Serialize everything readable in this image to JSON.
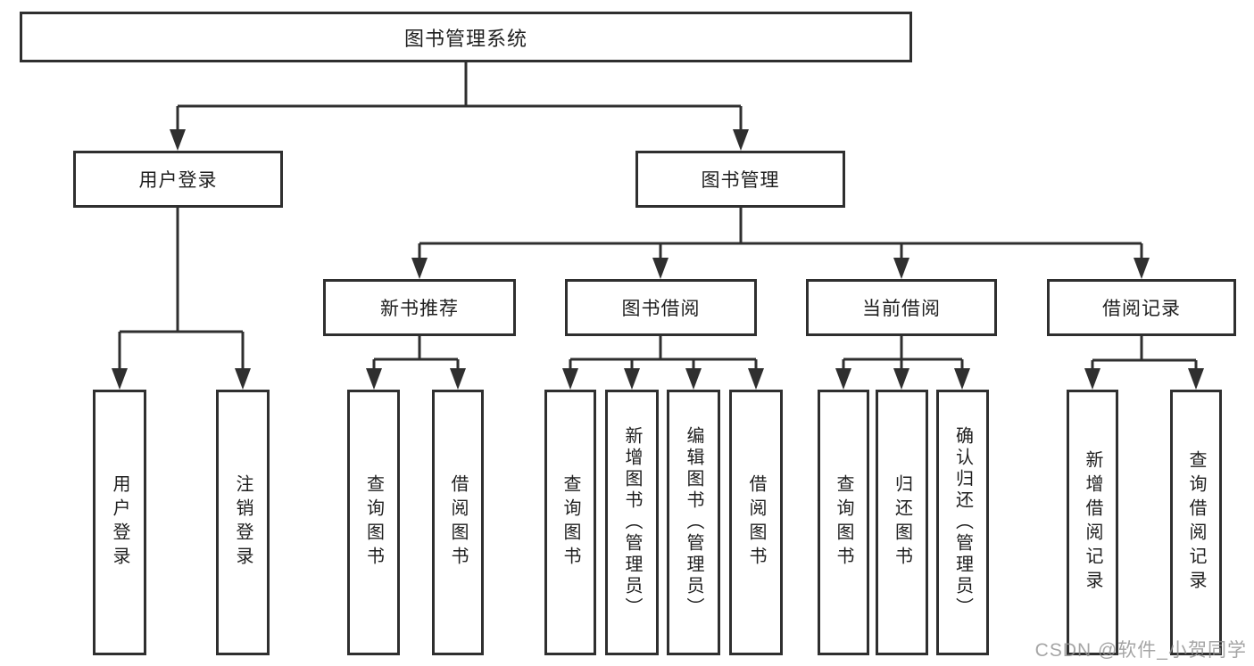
{
  "diagram": {
    "title_node": {
      "label": "图书管理系统"
    },
    "level2": {
      "user_login": {
        "label": "用户登录"
      },
      "book_management": {
        "label": "图书管理"
      }
    },
    "level3": {
      "new_book_recommend": {
        "label": "新书推荐"
      },
      "book_borrow": {
        "label": "图书借阅"
      },
      "current_borrow": {
        "label": "当前借阅"
      },
      "borrow_record": {
        "label": "借阅记录"
      }
    },
    "leaves": {
      "user_login": {
        "label": "用户登录"
      },
      "logout": {
        "label": "注销登录"
      },
      "recommend_query_book": {
        "label": "查询图书"
      },
      "recommend_borrow_book": {
        "label": "借阅图书"
      },
      "borrow_query_book": {
        "label": "查询图书"
      },
      "borrow_add_book": {
        "label": "新增图书（管理员）"
      },
      "borrow_edit_book": {
        "label": "编辑图书（管理员）"
      },
      "borrow_borrow_book": {
        "label": "借阅图书"
      },
      "current_query_book": {
        "label": "查询图书"
      },
      "current_return_book": {
        "label": "归还图书"
      },
      "current_confirm_return": {
        "label": "确认归还（管理员）"
      },
      "record_add": {
        "label": "新增借阅记录"
      },
      "record_query": {
        "label": "查询借阅记录"
      }
    }
  },
  "watermark": {
    "text": "CSDN @软件_小贺同学"
  },
  "colors": {
    "line": "#2f2f2f",
    "text": "#1f1f1f",
    "background": "#ffffff",
    "watermark": "#919191"
  }
}
